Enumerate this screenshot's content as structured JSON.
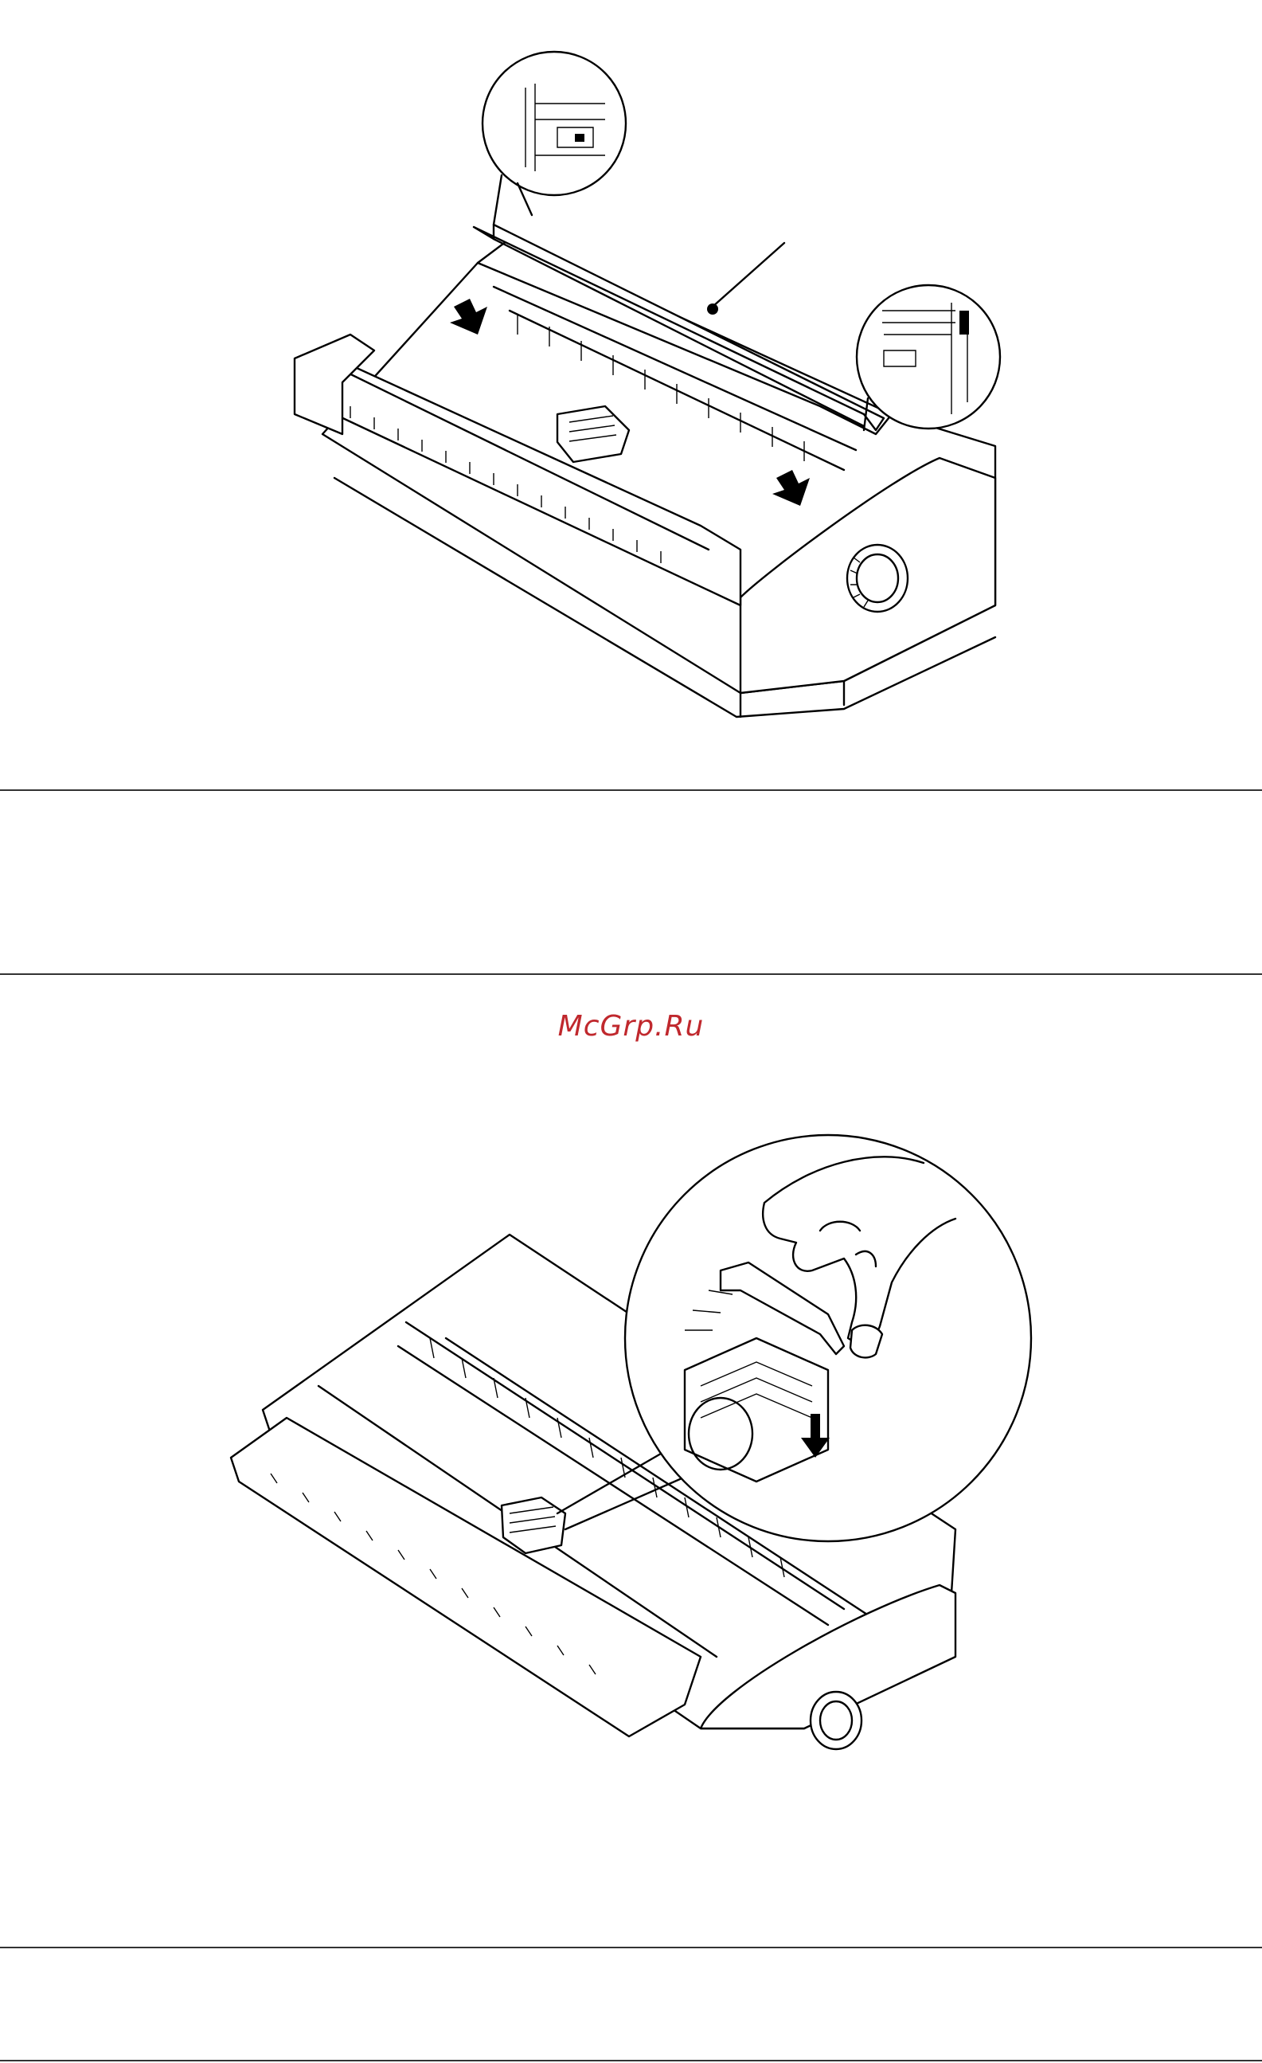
{
  "watermark": {
    "text": "McGrp.Ru",
    "color": "#c0282d"
  },
  "rule_color": "#333333",
  "figures": [
    {
      "name": "printer-top-cover-open-with-ribbon-guide",
      "callouts": 2,
      "pointer": 1,
      "arrows": 2
    },
    {
      "name": "printer-head-installation-with-hand-detail",
      "callouts": 1,
      "arrows": 1
    }
  ]
}
